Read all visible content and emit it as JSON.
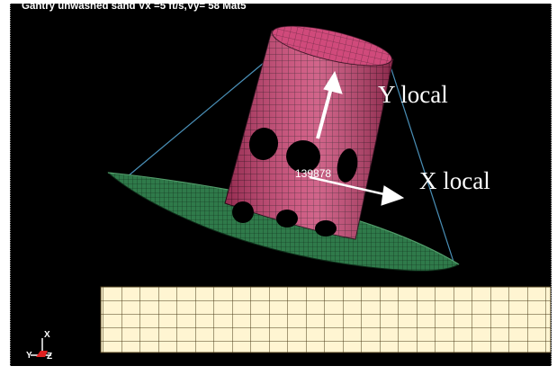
{
  "window": {
    "title": "Gantry unwashed sand Vx =5 ft/s,Vy= 58 Mat5"
  },
  "annotations": {
    "y_local_label": "Y local",
    "x_local_label": "X local",
    "node_id": "139878"
  },
  "triad": {
    "x_label": "X",
    "y_label": "Y",
    "z_label": "Z"
  },
  "colors": {
    "background": "#000000",
    "gantry_shell": "#c43a6a",
    "gantry_mesh": "#2a0a18",
    "gantry_highlight": "#e86a9a",
    "skid_plate": "#2f7a4a",
    "skid_mesh": "#0e2a18",
    "soil": "#fff5d2",
    "soil_mesh": "#5a4a20",
    "cables": "#4a90b8",
    "arrows": "#ffffff",
    "triad_x": "#ffffff",
    "triad_z": "#e02020"
  },
  "icons": {
    "triad": "axis-triad-icon"
  }
}
